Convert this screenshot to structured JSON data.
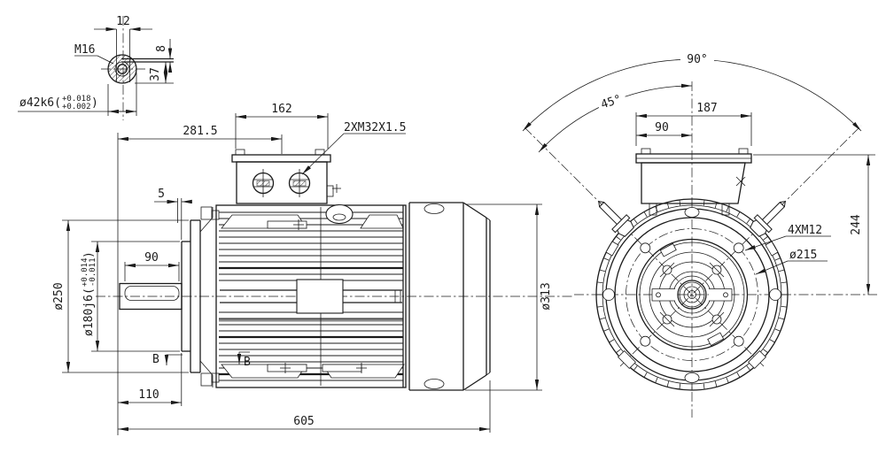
{
  "drawing": {
    "background": "#ffffff",
    "line_color": "#1b1b1b",
    "shaft_detail": {
      "thread": "M16",
      "key_width": "12",
      "key_height": "8",
      "keyway_depth": "37",
      "shaft_dia": "ø42k6(",
      "shaft_tol_upper": "+0.018",
      "shaft_tol_lower": "+0.002",
      "paren_close": ")"
    },
    "side_view": {
      "dist_to_box_center": "281.5",
      "box_length": "162",
      "cable_glands": "2XM32X1.5",
      "spigot_offset": "5",
      "keyway_length": "90",
      "flange_dia": "ø250",
      "spigot_dia": "ø180j6(",
      "spigot_tol_upper": "+0.014",
      "spigot_tol_lower": "-0.011",
      "paren_close": ")",
      "section_left": "B",
      "section_right": "B",
      "shaft_length": "110",
      "total_length": "605",
      "fan_cowl_dia": "ø313"
    },
    "front_view": {
      "rotation_full": "90°",
      "rotation_half": "45°",
      "box_width": "187",
      "box_half_width": "90",
      "flange_bolts": "4XM12",
      "bolt_circle_dia": "ø215",
      "center_height": "244"
    }
  }
}
